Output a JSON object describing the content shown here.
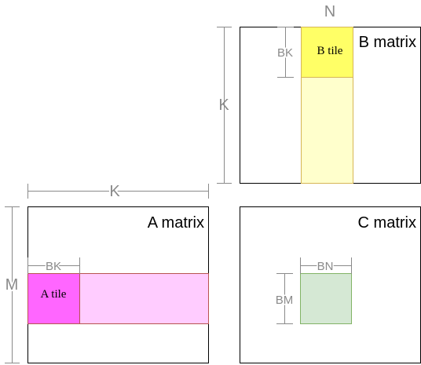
{
  "matrices": {
    "b": {
      "title": "B matrix",
      "dim_top": "N",
      "dim_left": "K"
    },
    "a": {
      "title": "A matrix",
      "dim_top": "K",
      "dim_left": "M"
    },
    "c": {
      "title": "C matrix"
    }
  },
  "tiles": {
    "b_tile": {
      "label": "B tile",
      "dim": "BK"
    },
    "a_tile": {
      "label": "A tile",
      "dim": "BK"
    },
    "c_tile": {
      "dim_top": "BN",
      "dim_left": "BM"
    }
  },
  "colors": {
    "a_tile": "#ff66ff",
    "a_strip": "#ffccff",
    "b_tile": "#ffff66",
    "b_strip": "#ffffcc",
    "c_tile": "#d5e8d4",
    "a_stroke": "#b85450",
    "b_stroke": "#d6b656",
    "c_stroke": "#82b366",
    "dimension": "#8a8a8a"
  }
}
